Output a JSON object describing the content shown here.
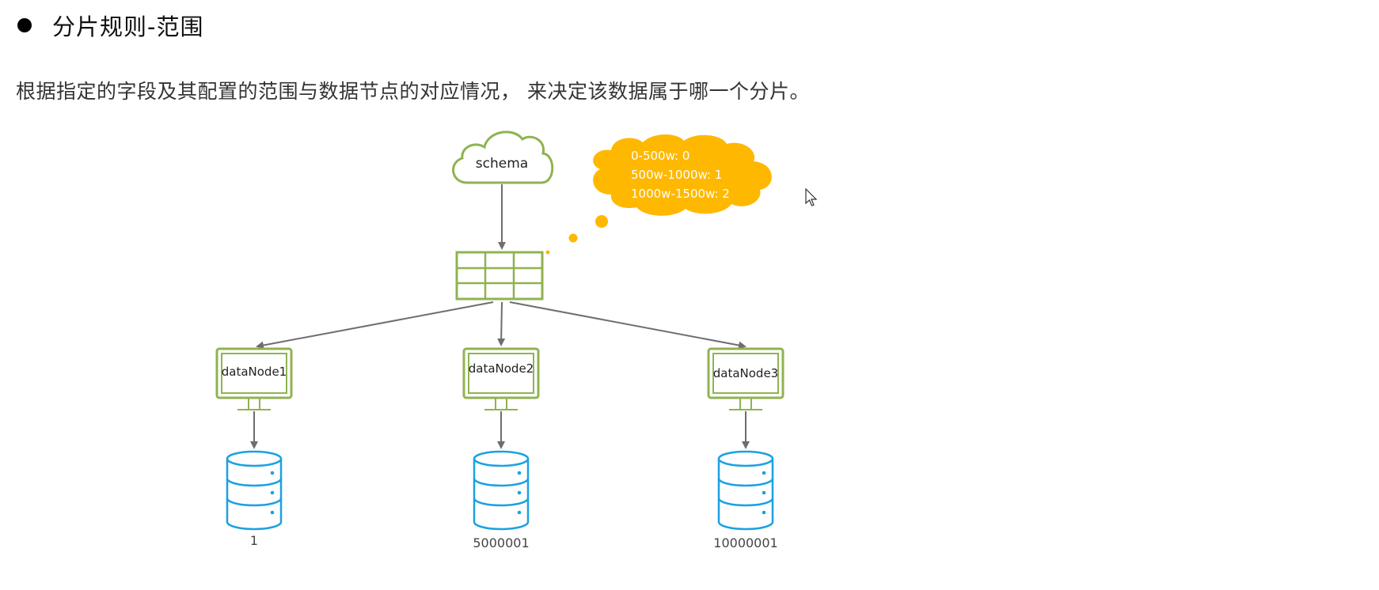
{
  "heading": {
    "bullet_icon": "filled-circle-bullet",
    "title": "分片规则-范围"
  },
  "description": "根据指定的字段及其配置的范围与数据节点的对应情况， 来决定该数据属于哪一个分片。",
  "diagram": {
    "schema": {
      "label": "schema",
      "icon": "cloud-icon"
    },
    "table": {
      "icon": "table-grid-icon",
      "rows": 3,
      "cols": 3
    },
    "range_bubble": {
      "icon": "thought-bubble",
      "lines": [
        "0-500w: 0",
        "500w-1000w: 1",
        "1000w-1500w: 2"
      ]
    },
    "data_nodes": [
      {
        "label": "dataNode1",
        "start_value": "1"
      },
      {
        "label": "dataNode2",
        "start_value": "5000001"
      },
      {
        "label": "dataNode3",
        "start_value": "10000001"
      }
    ],
    "colors": {
      "green": "#8fb350",
      "blue": "#1ba1e2",
      "orange": "#ffb800",
      "arrow": "#6e6e6e",
      "text": "#222222"
    }
  },
  "cursor": {
    "icon": "mouse-pointer-icon"
  }
}
